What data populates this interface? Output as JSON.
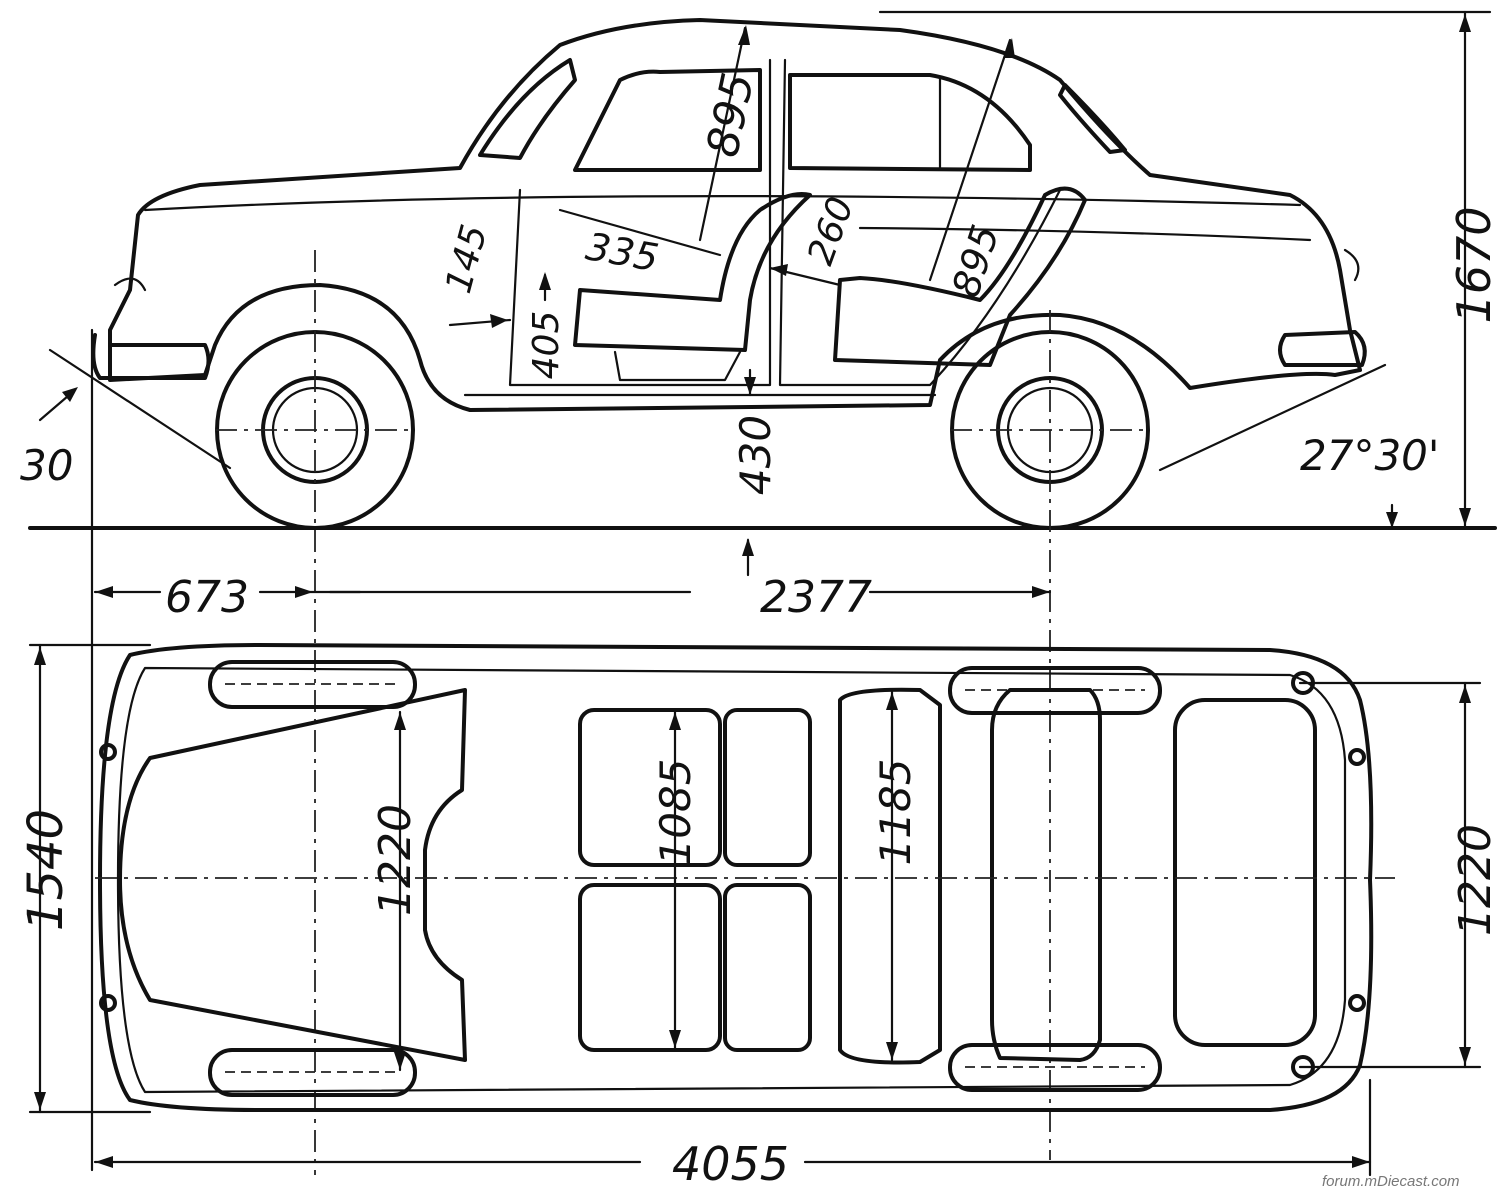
{
  "side_view": {
    "overall_height": "1670",
    "roof_to_seat_front": "895",
    "roof_to_seat_rear": "895",
    "seat_to_pedal": "335",
    "seat_back_gap": "260",
    "seat_height": "405",
    "floor_offset": "145",
    "ground_clearance": "430",
    "approach_angle": "30",
    "departure_angle": "27°30'",
    "front_overhang": "673",
    "wheelbase": "2377"
  },
  "top_view": {
    "overall_width": "1540",
    "front_track": "1220",
    "rear_track": "1220",
    "front_seat_width": "1085",
    "rear_seat_width": "1185",
    "overall_length": "4055"
  },
  "watermark": "forum.mDiecast.com"
}
